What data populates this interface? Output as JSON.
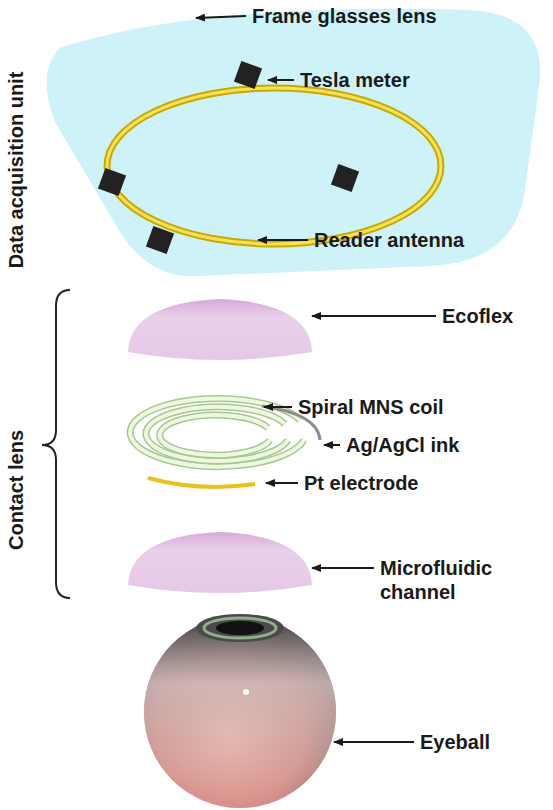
{
  "diagram": {
    "labels": [
      "Frame glasses lens",
      "Tesla meter",
      "Reader antenna",
      "Data acquisition unit",
      "Ecoflex",
      "Spiral MNS coil",
      "Ag/AgCl ink",
      "Pt electrode",
      "Microfluidic channel",
      "Contact lens",
      "Eyeball"
    ]
  }
}
